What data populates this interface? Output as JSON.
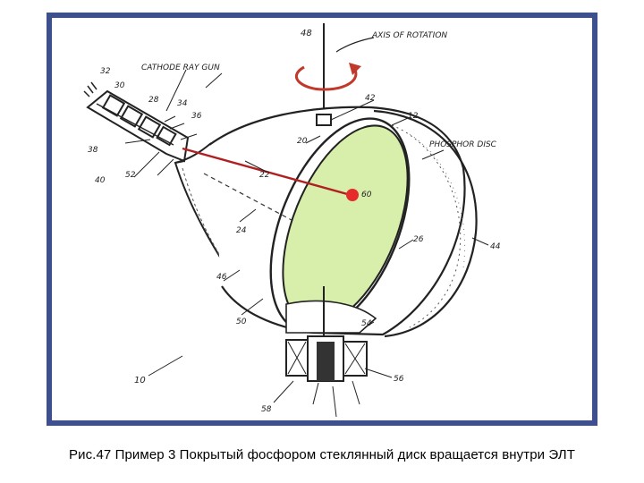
{
  "figure": {
    "labels": {
      "axis_ref": "48",
      "axis_of_rotation": "AXIS OF ROTATION",
      "cathode_ray_gun": "CATHODE RAY GUN",
      "phosphor_disc": "PHOSPHOR DISC",
      "n32": "32",
      "n30": "30",
      "n28": "28",
      "n34": "34",
      "n36": "36",
      "n38": "38",
      "n40": "40",
      "n42": "42",
      "n52": "52",
      "n12": "12",
      "n20": "20",
      "n22": "22",
      "n24": "24",
      "n26": "26",
      "n44": "44",
      "n46": "46",
      "n50": "50",
      "n54": "54",
      "n56": "56",
      "n58": "58",
      "n10": "10",
      "spot": "60"
    },
    "colors": {
      "border": "#3e4f8e",
      "disc_fill": "#d8efab",
      "beam": "#b02020",
      "spot": "#e52b2b"
    }
  },
  "caption": "Рис.47 Пример 3 Покрытый фосфором стеклянный диск вращается внутри ЭЛТ"
}
